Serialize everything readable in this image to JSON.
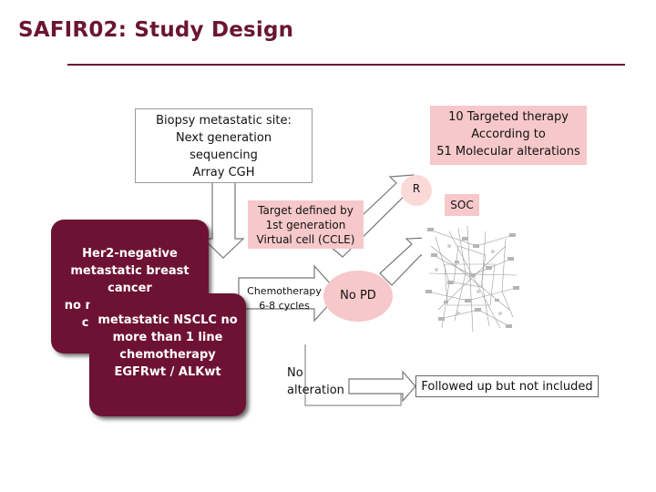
{
  "title": "SAFIR02: Study Design",
  "biopsy": {
    "lines": [
      "Biopsy metastatic site:",
      "Next generation",
      "sequencing",
      "Array CGH"
    ]
  },
  "targeted": {
    "lines": [
      "10 Targeted therapy",
      "According to",
      "51 Molecular alterations"
    ]
  },
  "randomization": {
    "label": "R"
  },
  "target_defined": {
    "lines": [
      "Target defined by",
      "1st generation",
      "Virtual cell (CCLE)"
    ]
  },
  "soc": {
    "label": "SOC"
  },
  "breast_card": {
    "lines": [
      "Her2-negative",
      "metastatic breast",
      "cancer",
      "no more than 1 line",
      "chemotherapy"
    ]
  },
  "nsclc_card": {
    "lines": [
      "metastatic NSCLC no",
      "more than 1 line",
      "chemotherapy",
      "EGFRwt / ALKwt"
    ]
  },
  "chemo": {
    "lines": [
      "Chemotherapy",
      "6-8 cycles"
    ]
  },
  "no_pd": {
    "label": "No PD"
  },
  "no_alteration": {
    "lines": [
      "No",
      "alteration"
    ]
  },
  "followed": {
    "label": "Followed up but not included"
  },
  "colors": {
    "accent": "#6b1532",
    "card": "#6e1233",
    "pink": "#f6c8c9"
  }
}
